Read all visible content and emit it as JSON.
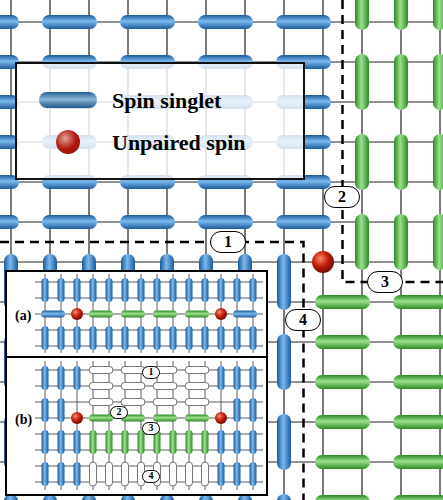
{
  "diagram": {
    "nodes": [
      {
        "text": [
          "1"
        ]
      },
      {
        "text": [
          "2"
        ]
      },
      {
        "text": [
          "3"
        ]
      },
      {
        "text": [
          "4"
        ]
      },
      {
        "text": [
          "(a)",
          "(b)"
        ]
      },
      {
        "text": [
          "1"
        ],
        "in": 4
      },
      {
        "text": [
          "2"
        ],
        "in": 4
      },
      {
        "text": [
          "3"
        ],
        "in": 4
      },
      {
        "text": [
          "4"
        ],
        "in": 4
      }
    ],
    "legend": [
      {
        "text": "Spin singlet",
        "color": "#2f7cc0"
      },
      {
        "text": "Unpaired spin",
        "color": "#b3180a"
      }
    ]
  }
}
